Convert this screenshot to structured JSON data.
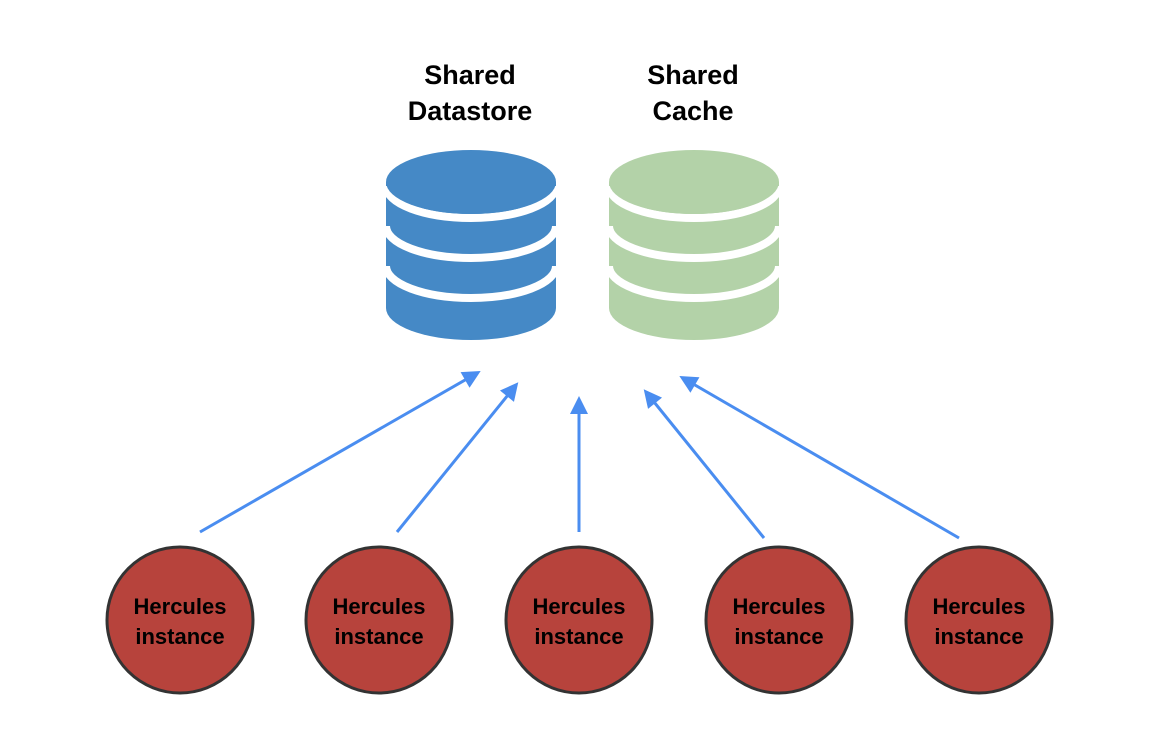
{
  "diagram": {
    "stores": [
      {
        "id": "datastore",
        "title_lines": [
          "Shared",
          "Datastore"
        ],
        "color": "#4589c6"
      },
      {
        "id": "cache",
        "title_lines": [
          "Shared",
          "Cache"
        ],
        "color": "#b3d2a8"
      }
    ],
    "instances": [
      {
        "label_lines": [
          "Hercules",
          "instance"
        ]
      },
      {
        "label_lines": [
          "Hercules",
          "instance"
        ]
      },
      {
        "label_lines": [
          "Hercules",
          "instance"
        ]
      },
      {
        "label_lines": [
          "Hercules",
          "instance"
        ]
      },
      {
        "label_lines": [
          "Hercules",
          "instance"
        ]
      }
    ],
    "edges": [
      {
        "from": "instance-1",
        "to": "datastore"
      },
      {
        "from": "instance-2",
        "to": "datastore"
      },
      {
        "from": "instance-3",
        "to": "between-stores"
      },
      {
        "from": "instance-4",
        "to": "cache"
      },
      {
        "from": "instance-5",
        "to": "cache"
      }
    ],
    "colors": {
      "instance_fill": "#b7433c",
      "instance_stroke": "#333333",
      "arrow": "#4a8df0",
      "background": "#ffffff"
    }
  }
}
